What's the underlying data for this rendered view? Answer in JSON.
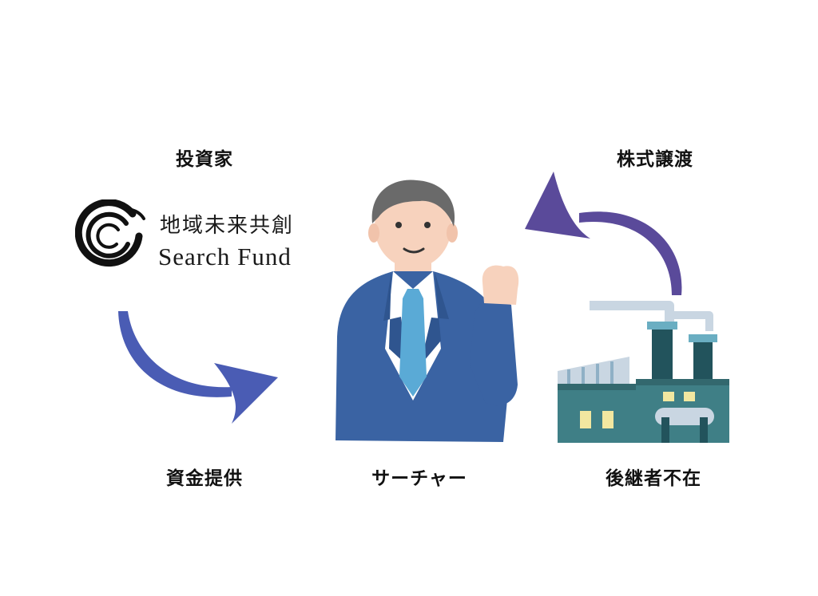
{
  "labels": {
    "investor": "投資家",
    "transfer": "株式譲渡",
    "funding": "資金提供",
    "searcher": "サーチャー",
    "successor": "後継者不在"
  },
  "logo": {
    "jp": "地域未来共創",
    "en": "Search Fund"
  },
  "colors": {
    "arrow_blue": "#4a5cb4",
    "arrow_purple": "#5a4a9a",
    "suit": "#3a63a3",
    "tie": "#5aaad6",
    "skin": "#f7d2bd",
    "hair": "#6a6a6a",
    "factory_teal": "#3f7f86",
    "window_yellow": "#f2e7a0"
  },
  "icons": {
    "logo": "search-fund-logo-icon",
    "person": "businessman-icon",
    "factory": "factory-icon",
    "arrow_funding": "curved-arrow-right-icon",
    "arrow_transfer": "curved-arrow-left-icon"
  }
}
